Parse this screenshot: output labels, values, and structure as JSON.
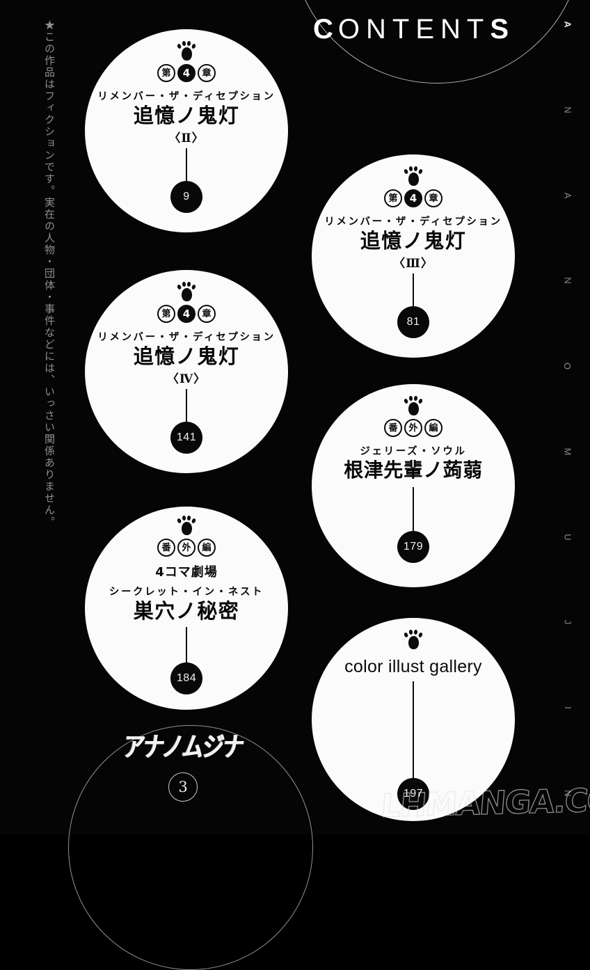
{
  "header": {
    "title_prefix": "C",
    "title_middle": "ONTENT",
    "title_suffix": "S"
  },
  "disclaimer": {
    "text": "★この作品はフィクションです。実在の人物・団体・事件などには、いっさい関係ありません。"
  },
  "spine": {
    "letters": [
      "A",
      "N",
      "A",
      "N",
      "O",
      "M",
      "U",
      "J",
      "I",
      "N"
    ]
  },
  "entries": [
    {
      "chapter_badges": [
        "第",
        "4",
        "章"
      ],
      "kana_subtitle": "リメンバー・ザ・ディセプション",
      "title": "追憶ノ鬼灯",
      "roman": "〈Ⅱ〉",
      "page": "9"
    },
    {
      "chapter_badges": [
        "第",
        "4",
        "章"
      ],
      "kana_subtitle": "リメンバー・ザ・ディセプション",
      "title": "追憶ノ鬼灯",
      "roman": "〈Ⅲ〉",
      "page": "81"
    },
    {
      "chapter_badges": [
        "第",
        "4",
        "章"
      ],
      "kana_subtitle": "リメンバー・ザ・ディセプション",
      "title": "追憶ノ鬼灯",
      "roman": "〈Ⅳ〉",
      "page": "141"
    },
    {
      "chapter_badges": [
        "番",
        "外",
        "編"
      ],
      "kana_subtitle": "ジェリーズ・ソウル",
      "title": "根津先輩ノ蒟蒻",
      "roman": "",
      "page": "179"
    },
    {
      "chapter_badges": [
        "番",
        "外",
        "編"
      ],
      "extra_line": "4コマ劇場",
      "kana_subtitle": "シークレット・イン・ネスト",
      "title": "巣穴ノ秘密",
      "roman": "",
      "page": "184"
    },
    {
      "chapter_badges": [],
      "latin_title": "color illust gallery",
      "page": "197"
    }
  ],
  "logo": {
    "series_title": "アナノムジナ",
    "volume": "3"
  },
  "watermark": {
    "text": "LHMANGA.COM"
  },
  "colors": {
    "background": "#050505",
    "bubble": "#fbfbfb",
    "ink": "#0a0a0a",
    "muted_text": "#8a8a8a"
  }
}
